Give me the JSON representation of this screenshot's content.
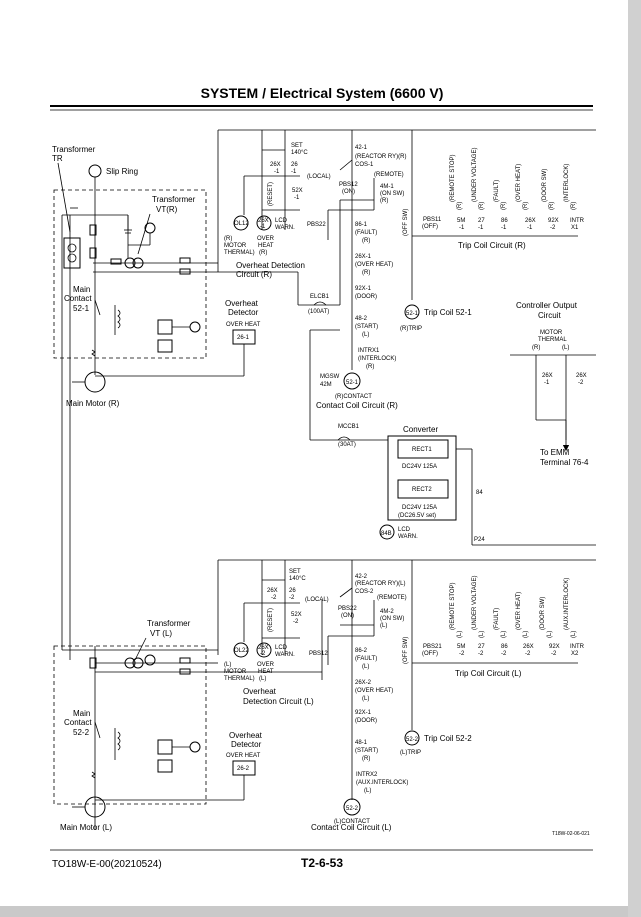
{
  "header": {
    "title": "SYSTEM / Electrical System (6600 V)"
  },
  "footer": {
    "doc_code": "TO18W-E-00(20210524)",
    "page_number": "T2-6-53",
    "figure_id": "T18W-02-06-021"
  },
  "upper": {
    "transformer_tr": [
      "Transformer",
      "TR"
    ],
    "slip_ring": "Slip Ring",
    "transformer_vt": [
      "Transformer",
      "VT(R)"
    ],
    "main_contact": [
      "Main",
      "Contact",
      "52-1"
    ],
    "main_motor": "Main Motor (R)",
    "overheat_detector": [
      "Overheat",
      "Detector"
    ],
    "overheat_detector_sub": "OVER HEAT",
    "relay_26": "26-1",
    "overheat_circuit": [
      "Overheat Detection",
      "Circuit (R)"
    ],
    "set_temp": [
      "SET",
      "140°C"
    ],
    "sw_26x": [
      "26X",
      "-1"
    ],
    "sw_26": [
      "26",
      "-1"
    ],
    "reset": "(RESET)",
    "sw_52x": [
      "52X",
      "-1"
    ],
    "lamp_ol12": "OL12",
    "lamp_26x": [
      "26X",
      "-1"
    ],
    "lamp_r_label": [
      "(R)",
      "MOTOR",
      "THERMAL)"
    ],
    "lamp_26x_label": [
      "OVER",
      "HEAT",
      "(R)"
    ],
    "lcd_warn": [
      "LCD",
      "WARN."
    ],
    "elcb": [
      "ELCB1",
      "(100AT)"
    ],
    "cos": [
      "42-1",
      "(REACTOR RY)(R)",
      "COS-1"
    ],
    "local": "(LOCAL)",
    "remote": "(REMOTE)",
    "pbs12": [
      "PBS12",
      "(ON)"
    ],
    "m41": [
      "4M-1",
      "(ON SW)",
      "(R)"
    ],
    "pbs22": "PBS22",
    "fault": [
      "86-1",
      "(FAULT)",
      "(R)"
    ],
    "overheat_r": [
      "26X-1",
      "(OVER HEAT)",
      "(R)"
    ],
    "door": [
      "92X-1",
      "(DOOR)"
    ],
    "start": [
      "48-2",
      "(START)",
      "(L)"
    ],
    "intrx1": [
      "INTRX1",
      "(INTERLOCK)",
      "(R)"
    ],
    "mgsw": [
      "MGSW",
      "42M"
    ],
    "coil_52": "52-1",
    "contact_label": "(R)CONTACT",
    "contact_circuit": "Contact Coil Circuit (R)",
    "trip_coil": "Trip Coil 52-1",
    "trip_label": "(R)TRIP",
    "trip_headers": [
      "(REMOTE STOP)",
      "(UNDER VOLTAGE)",
      "(FAULT)",
      "(OVER HEAT)",
      "(DOOR SW)",
      "(INTERLOCK)"
    ],
    "trip_r": [
      "(R)",
      "(R)",
      "(R)",
      "(R)",
      "(R)",
      "(R)"
    ],
    "off_sw": "(OFF SW)",
    "pbs11": [
      "PBS11",
      "(OFF)"
    ],
    "trip_contacts": [
      [
        "5M",
        "-1"
      ],
      [
        "27",
        "-1"
      ],
      [
        "86",
        "-1"
      ],
      [
        "26X",
        "-1"
      ],
      [
        "92X",
        "-2"
      ],
      [
        "INTR",
        "X1"
      ]
    ],
    "trip_circuit": "Trip Coil Circuit (R)",
    "mccb": [
      "MCCB1",
      "(30AT)"
    ],
    "converter": "Converter",
    "rect1": "RECT1",
    "rect1_spec": "DC24V 125A",
    "rect2": "RECT2",
    "rect2_spec": [
      "DC24V 125A",
      "(DC26.5V set)"
    ],
    "lamp_84b": "84B",
    "lcd_warn2": [
      "LCD",
      "WARN."
    ],
    "p84": "84",
    "p24": "P24",
    "controller_output": [
      "Controller Output",
      "Circuit"
    ],
    "motor_thermal": [
      "MOTOR",
      "THERMAL"
    ],
    "mt_r": "(R)",
    "mt_l": "(L)",
    "co_26x1": [
      "26X",
      "-1"
    ],
    "co_26x2": [
      "26X",
      "-2"
    ],
    "to_emm": [
      "To EMM",
      "Terminal 76-4"
    ]
  },
  "lower": {
    "transformer_vt": [
      "Transformer",
      "VT (L)"
    ],
    "main_contact": [
      "Main",
      "Contact",
      "52-2"
    ],
    "main_motor": "Main Motor (L)",
    "overheat_detector": [
      "Overheat",
      "Detector"
    ],
    "overheat_detector_sub": "OVER HEAT",
    "relay_26": "26-2",
    "overheat_circuit": [
      "Overheat",
      "Detection Circuit (L)"
    ],
    "set_temp": [
      "SET",
      "140°C"
    ],
    "sw_26x": [
      "26X",
      "-2"
    ],
    "sw_26": [
      "26",
      "-2"
    ],
    "reset": "(RESET)",
    "sw_52x": [
      "52X",
      "-2"
    ],
    "lamp_ol22": "OL22",
    "lamp_26x": [
      "26X",
      "-2"
    ],
    "lamp_l_label": [
      "(L)",
      "MOTOR",
      "THERMAL)"
    ],
    "lamp_26x_label": [
      "OVER",
      "HEAT",
      "(L)"
    ],
    "lcd_warn": [
      "LCD",
      "WARN."
    ],
    "cos": [
      "42-2",
      "(REACTOR RY)(L)",
      "COS-2"
    ],
    "local": "(LOCAL)",
    "remote": "(REMOTE)",
    "pbs22": [
      "PBS22",
      "(ON)"
    ],
    "m42": [
      "4M-2",
      "(ON SW)",
      "(L)"
    ],
    "pbs12": "PBS12",
    "fault": [
      "86-2",
      "(FAULT)",
      "(L)"
    ],
    "overheat_l": [
      "26X-2",
      "(OVER HEAT)",
      "(L)"
    ],
    "door": [
      "92X-1",
      "(DOOR)"
    ],
    "start": [
      "48-1",
      "(START)",
      "(R)"
    ],
    "intrx2": [
      "INTRX2",
      "(AUX.INTERLOCK)",
      "(L)"
    ],
    "coil_52": "52-2",
    "contact_label": "(L)CONTACT",
    "contact_circuit": "Contact Coil Circuit (L)",
    "trip_coil": "Trip Coil 52-2",
    "trip_label": "(L)TRIP",
    "trip_headers": [
      "(REMOTE STOP)",
      "(UNDER VOLTAGE)",
      "(FAULT)",
      "(OVER HEAT)",
      "(DOOR SW)",
      "(AUX.INTERLOCK)"
    ],
    "trip_l": [
      "(L)",
      "(L)",
      "(L)",
      "(L)",
      "(L)",
      "(L)"
    ],
    "off_sw": "(OFF SW)",
    "pbs21": [
      "PBS21",
      "(OFF)"
    ],
    "trip_contacts": [
      [
        "5M",
        "-2"
      ],
      [
        "27",
        "-2"
      ],
      [
        "86",
        "-2"
      ],
      [
        "26X",
        "-2"
      ],
      [
        "92X",
        "-2"
      ],
      [
        "INTR",
        "X2"
      ]
    ],
    "trip_circuit": "Trip Coil Circuit (L)"
  }
}
